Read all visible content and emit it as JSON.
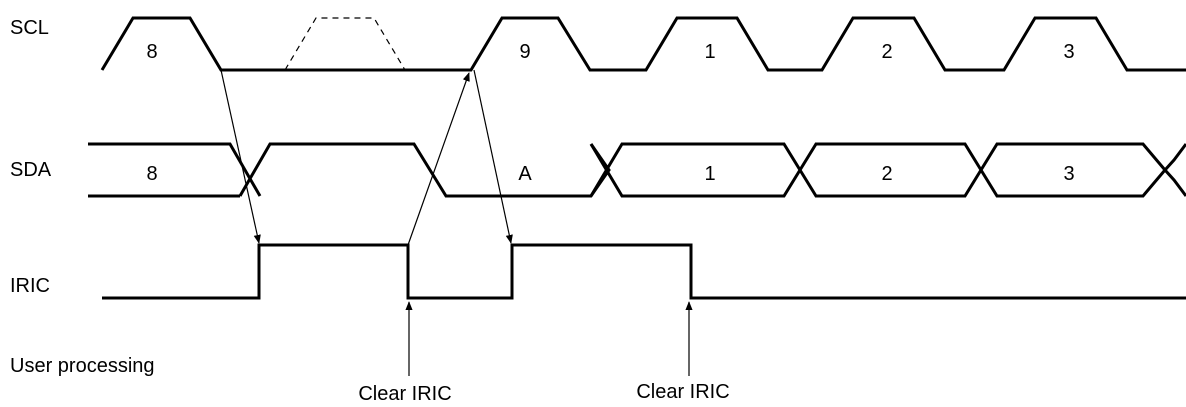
{
  "signals": {
    "scl": "SCL",
    "sda": "SDA",
    "iric": "IRIC",
    "user": "User processing"
  },
  "scl_bits": [
    "8",
    "9",
    "1",
    "2",
    "3"
  ],
  "sda_bits": [
    "8",
    "A",
    "1",
    "2",
    "3"
  ],
  "annotations": {
    "clear1": "Clear IRIC",
    "clear2": "Clear IRIC"
  }
}
